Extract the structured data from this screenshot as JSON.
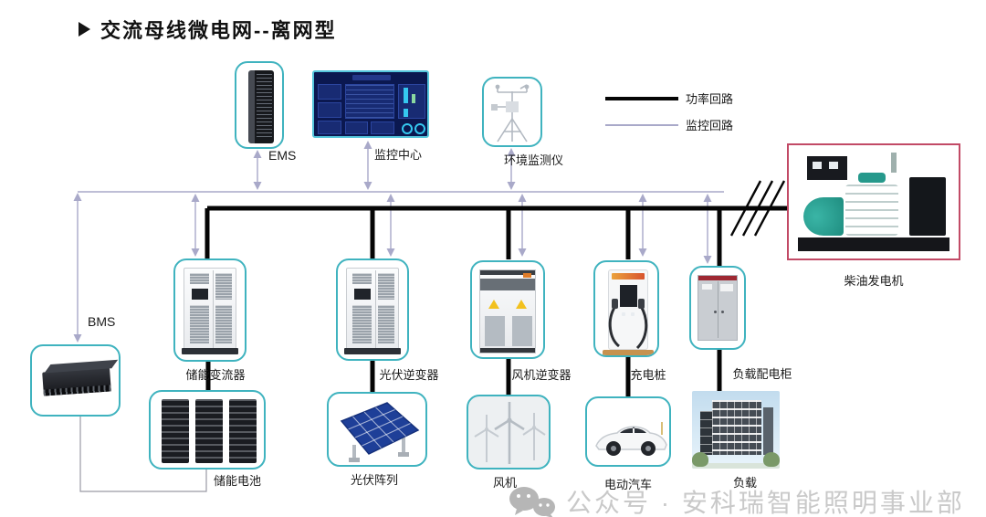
{
  "title": {
    "text": "交流母线微电网--离网型"
  },
  "legend": {
    "items": [
      {
        "label": "功率回路",
        "color": "#050505"
      },
      {
        "label": "监控回路",
        "color": "#a9a9c9"
      }
    ]
  },
  "nodes": {
    "ems": {
      "label": "EMS"
    },
    "monitor_center": {
      "label": "监控中心"
    },
    "env_monitor": {
      "label": "环境监测仪"
    },
    "diesel_generator": {
      "label": "柴油发电机"
    },
    "bms": {
      "label": "BMS"
    },
    "storage_converter": {
      "label": "储能变流器"
    },
    "pv_inverter": {
      "label": "光伏逆变器"
    },
    "wind_inverter": {
      "label": "风机逆变器"
    },
    "charging_pile": {
      "label": "充电桩"
    },
    "load_cabinet": {
      "label": "负载配电柜"
    },
    "storage_battery": {
      "label": "储能电池"
    },
    "pv_array": {
      "label": "光伏阵列"
    },
    "wind_turbine": {
      "label": "风机"
    },
    "ev": {
      "label": "电动汽车"
    },
    "load": {
      "label": "负载"
    }
  },
  "watermark": {
    "text": "公众号 · 安科瑞智能照明事业部"
  },
  "colors": {
    "teal_border": "#3fb3bf",
    "generator_border": "#c24a66",
    "power_line": "#050505",
    "monitor_line": "#a9a9c9",
    "watermark": "#c9c9c9"
  }
}
